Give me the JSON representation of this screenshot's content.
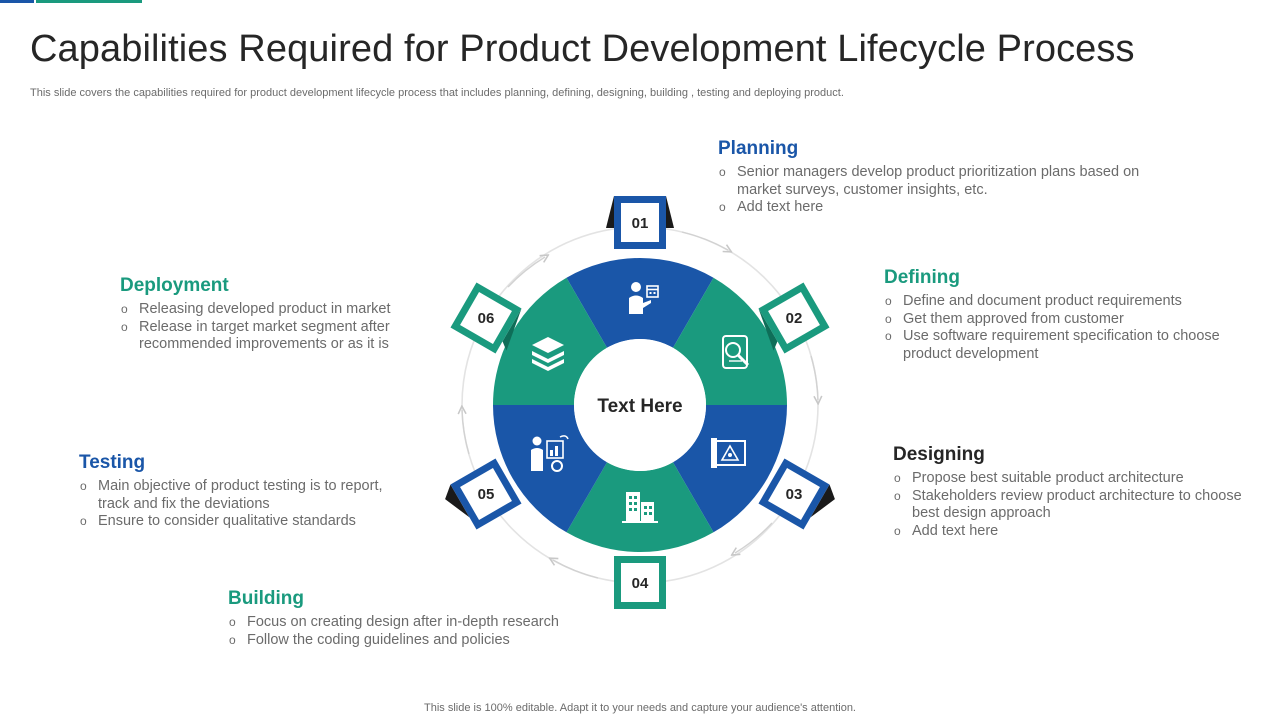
{
  "title": "Capabilities Required for Product Development Lifecycle Process",
  "subtitle": "This slide covers the capabilities required for product development lifecycle process that includes planning, defining, designing, building , testing and deploying product.",
  "footer": "This slide is 100% editable. Adapt it to your needs and capture your audience's attention.",
  "center_text": "Text Here",
  "colors": {
    "blue": "#1a56a8",
    "green": "#1a9a7e",
    "dark": "#262626",
    "text": "#6b6b6b"
  },
  "steps": [
    {
      "number": "01",
      "heading": "Planning",
      "icon": "presenter-calendar-icon",
      "bullets": [
        "Senior managers develop product prioritization plans based on market surveys, customer insights, etc.",
        "Add text here"
      ]
    },
    {
      "number": "02",
      "heading": "Defining",
      "icon": "document-search-icon",
      "bullets": [
        "Define and document product requirements",
        "Get them approved from customer",
        "Use software requirement specification to choose product development"
      ]
    },
    {
      "number": "03",
      "heading": "Designing",
      "icon": "blueprint-icon",
      "bullets": [
        "Propose best suitable product architecture",
        "Stakeholders review product architecture to choose best design approach",
        "Add text here"
      ]
    },
    {
      "number": "04",
      "heading": "Building",
      "icon": "buildings-icon",
      "bullets": [
        "Focus on creating design after in-depth research",
        "Follow the coding guidelines and policies"
      ]
    },
    {
      "number": "05",
      "heading": "Testing",
      "icon": "analyst-chart-icon",
      "bullets": [
        "Main objective of product testing is to report, track and fix the deviations",
        "Ensure to consider qualitative standards"
      ]
    },
    {
      "number": "06",
      "heading": "Deployment",
      "icon": "layers-icon",
      "bullets": [
        "Releasing developed product in market",
        "Release in target market segment after recommended improvements or as it is"
      ]
    }
  ]
}
